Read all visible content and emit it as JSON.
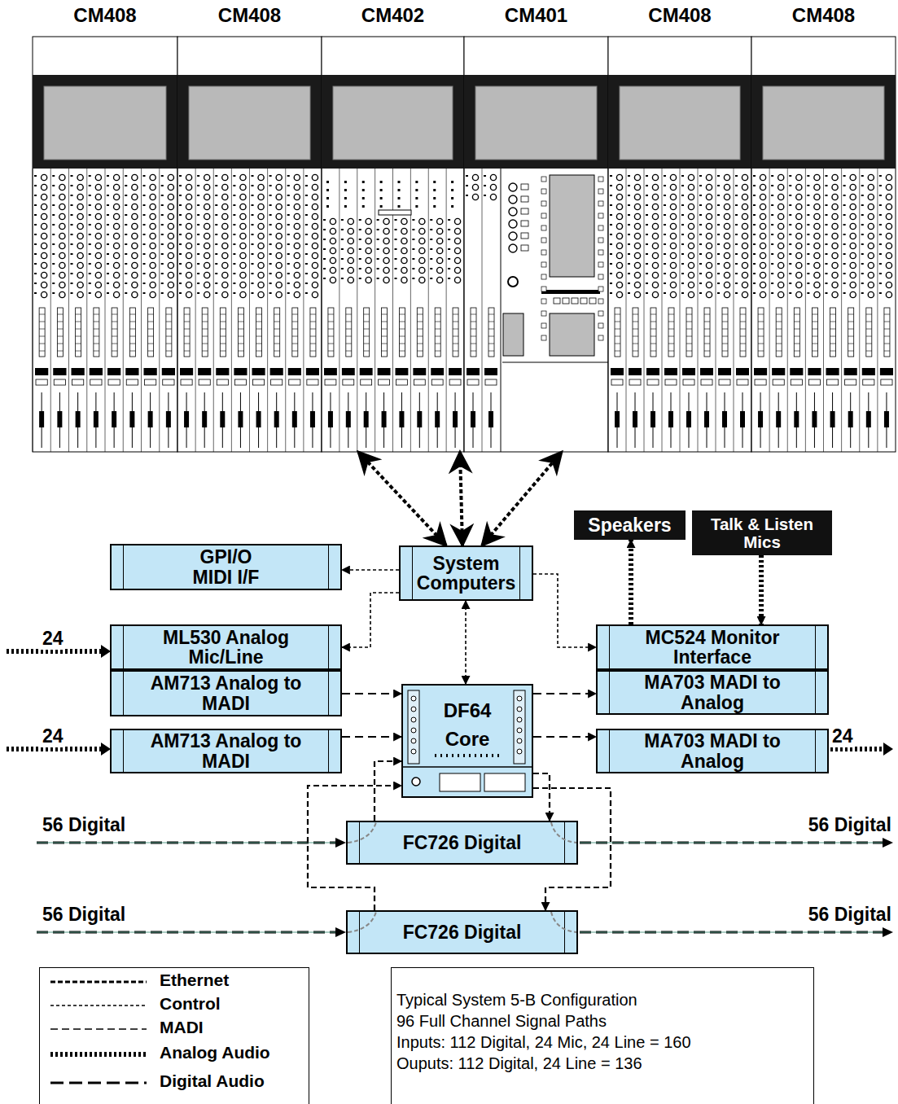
{
  "diagram": {
    "nodes": [
      {
        "text": [
          "CM408"
        ]
      },
      {
        "text": [
          "CM408"
        ]
      },
      {
        "text": [
          "CM402"
        ]
      },
      {
        "text": [
          "CM401"
        ]
      },
      {
        "text": [
          "CM408"
        ]
      },
      {
        "text": [
          "CM408"
        ]
      },
      {
        "text": [
          "GPI/O",
          "MIDI I/F"
        ]
      },
      {
        "text": [
          "System Computers"
        ]
      },
      {
        "text": [
          "Speakers"
        ]
      },
      {
        "text": [
          "Talk & Listen Mics"
        ]
      },
      {
        "text": [
          "ML530 Analog Mic/Line"
        ]
      },
      {
        "text": [
          "AM713 Analog to MADI"
        ]
      },
      {
        "text": [
          "MC524 Monitor Interface"
        ]
      },
      {
        "text": [
          "MA703 MADI to Analog"
        ]
      },
      {
        "text": [
          "AM713 Analog to MADI"
        ]
      },
      {
        "text": [
          "DF64 Core"
        ]
      },
      {
        "text": [
          "MA703 MADI to Analog"
        ]
      },
      {
        "text": [
          "FC726 Digital"
        ]
      },
      {
        "text": [
          "FC726 Digital"
        ]
      },
      {
        "text": [
          "Typical System 5-B Configuration",
          "96 Full Channel Signal Paths",
          "Inputs: 112 Digital, 24 Mic, 24 Line = 160",
          "Ouputs: 112 Digital, 24 Line = 136"
        ]
      }
    ],
    "edges": [
      {
        "from": 7,
        "to": 2,
        "arrow": "both"
      },
      {
        "from": 7,
        "to": 2,
        "arrow": "both"
      },
      {
        "from": 7,
        "to": 3,
        "arrow": "both"
      },
      {
        "from": 7,
        "to": 6,
        "arrow": "to"
      },
      {
        "from": 7,
        "to": 10,
        "arrow": "to"
      },
      {
        "from": 7,
        "to": 15,
        "arrow": "both"
      },
      {
        "from": 7,
        "to": 12,
        "arrow": "to"
      },
      {
        "from": 12,
        "to": 8,
        "arrow": "to"
      },
      {
        "from": 9,
        "to": 12,
        "arrow": "to"
      },
      {
        "from": 11,
        "to": 15,
        "arrow": "to"
      },
      {
        "from": 14,
        "to": 15,
        "arrow": "to"
      },
      {
        "from": 15,
        "to": 13,
        "arrow": "to"
      },
      {
        "from": 15,
        "to": 16,
        "arrow": "to"
      },
      {
        "from": 17,
        "to": 15,
        "arrow": "to"
      },
      {
        "from": 15,
        "to": 17,
        "arrow": "to"
      },
      {
        "from": 18,
        "to": 15,
        "arrow": "to"
      },
      {
        "from": 15,
        "to": 18,
        "arrow": "to"
      }
    ],
    "labels": [
      "24",
      "24",
      "24",
      "56 Digital",
      "56 Digital",
      "56 Digital",
      "56 Digital"
    ],
    "legend": [
      {
        "text": "Ethernet"
      },
      {
        "text": "Control"
      },
      {
        "text": "MADI"
      },
      {
        "text": "Analog Audio"
      },
      {
        "text": "Digital Audio"
      }
    ]
  }
}
